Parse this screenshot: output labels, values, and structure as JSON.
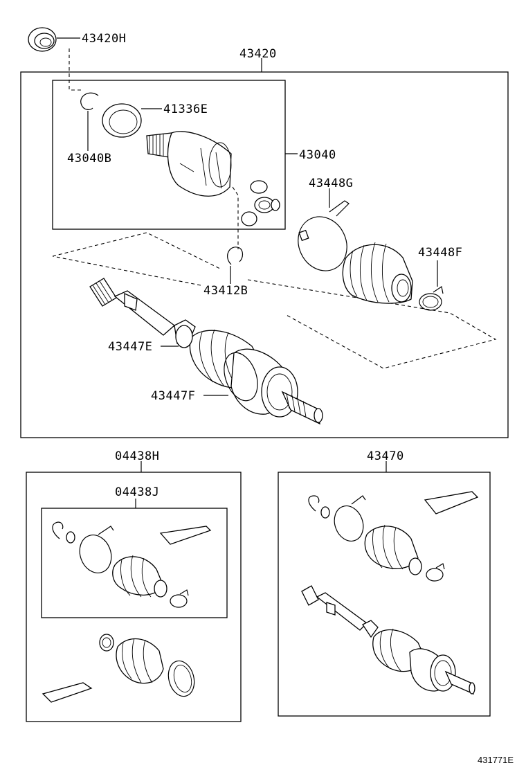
{
  "labels": {
    "p43420H": "43420H",
    "p43420": "43420",
    "p41336E": "41336E",
    "p43040B": "43040B",
    "p43040": "43040",
    "p43448G": "43448G",
    "p43448F": "43448F",
    "p43412B": "43412B",
    "p43447E": "43447E",
    "p43447F": "43447F",
    "p04438H": "04438H",
    "p04438J": "04438J",
    "p43470": "43470"
  },
  "figure_id": "431771E"
}
